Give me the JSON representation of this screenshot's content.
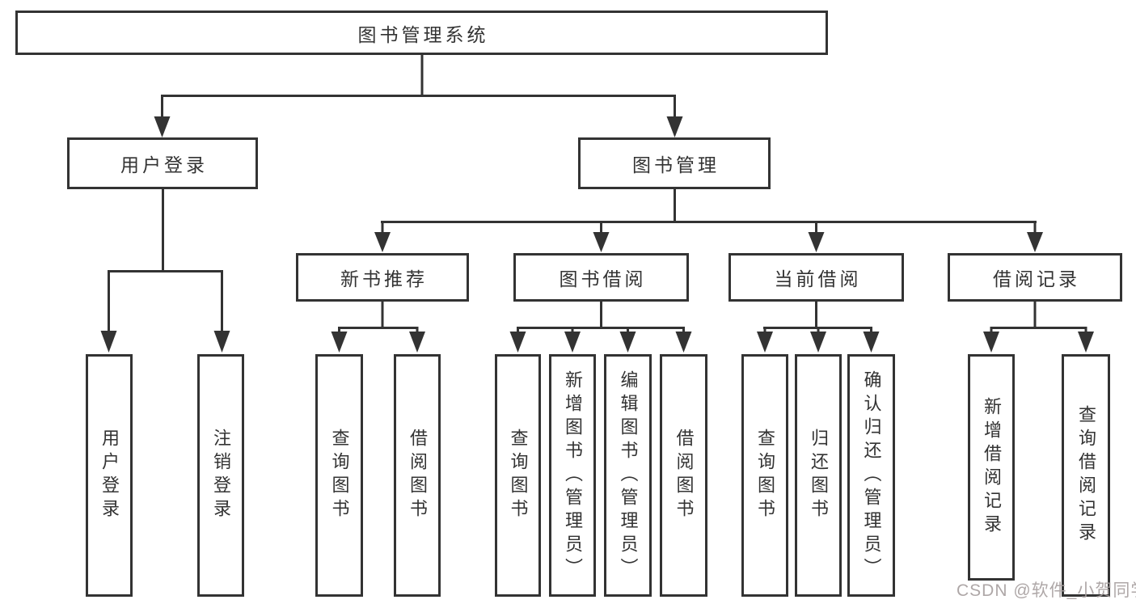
{
  "diagram_title": "图书管理系统",
  "colors": {
    "line": "#333333",
    "text": "#333333",
    "background": "#ffffff",
    "watermark": "#a69e9e"
  },
  "tree": {
    "root": {
      "label": "图书管理系统"
    },
    "level2": [
      {
        "label": "用户登录"
      },
      {
        "label": "图书管理"
      }
    ],
    "level3": [
      {
        "label": "新书推荐"
      },
      {
        "label": "图书借阅"
      },
      {
        "label": "当前借阅"
      },
      {
        "label": "借阅记录"
      }
    ],
    "level4": {
      "user_login": [
        "用户登录",
        "注销登录"
      ],
      "new_book_recommend": [
        "查询图书",
        "借阅图书"
      ],
      "book_borrow": [
        "查询图书",
        "新增图书（管理员）",
        "编辑图书（管理员）",
        "借阅图书"
      ],
      "current_borrow": [
        "查询图书",
        "归还图书",
        "确认归还（管理员）"
      ],
      "borrow_record": [
        "新增借阅记录",
        "查询借阅记录"
      ]
    }
  },
  "watermark": {
    "text": "CSDN @软件_小贺同学"
  }
}
